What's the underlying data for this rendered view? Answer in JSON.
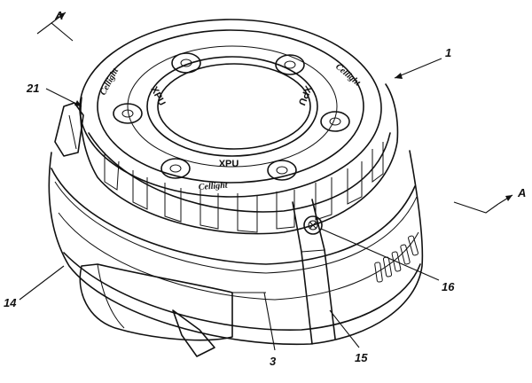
{
  "reference_labels": {
    "l1": "1",
    "l21": "21",
    "l14": "14",
    "l3": "3",
    "l15": "15",
    "l16": "16"
  },
  "section_marks": {
    "top": "A",
    "right": "A"
  },
  "embossed": {
    "model_top": "XPU",
    "model_left": "XPU",
    "model_right": "XPU",
    "brand_left": "Cellight",
    "brand_right": "Cellight",
    "brand_front": "Cellight"
  }
}
